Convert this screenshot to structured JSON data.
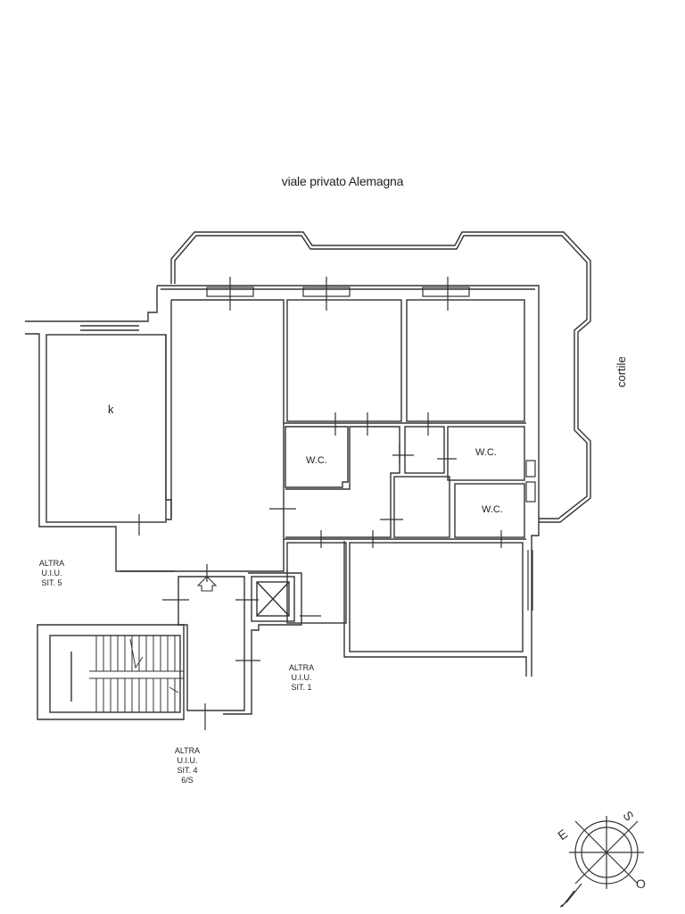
{
  "street_label": "viale privato Alemagna",
  "courtyard_label": "cortile",
  "kitchen_label": "k",
  "wc_labels": [
    "W.C.",
    "W.C.",
    "W.C."
  ],
  "other_units": [
    {
      "lines": [
        "ALTRA",
        "U.I.U.",
        "SIT. 5"
      ]
    },
    {
      "lines": [
        "ALTRA",
        "U.I.U.",
        "SIT. 1"
      ]
    },
    {
      "lines": [
        "ALTRA",
        "U.I.U.",
        "SIT. 4",
        "6/S"
      ]
    }
  ],
  "compass": {
    "e": "E",
    "s": "S",
    "o": "O"
  }
}
